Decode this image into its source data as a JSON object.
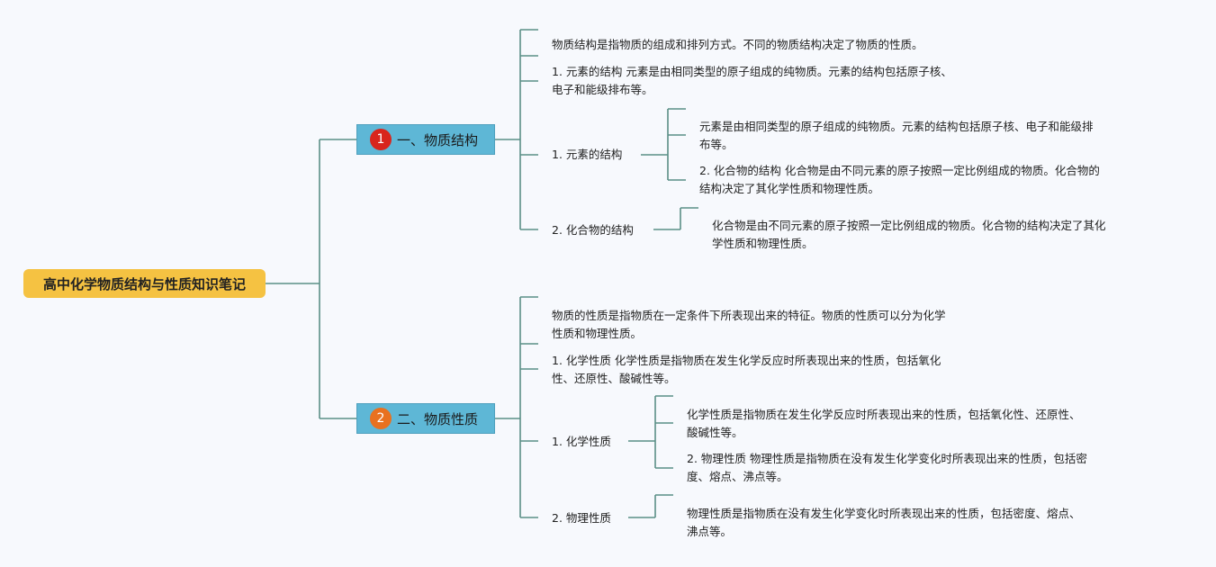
{
  "root": {
    "title": "高中化学物质结构与性质知识笔记"
  },
  "branches": [
    {
      "number": "1",
      "color": "#d8251d",
      "label": "一、物质结构",
      "items": [
        "物质结构是指物质的组成和排列方式。不同的物质结构决定了物质的性质。",
        "1. 元素的结构 元素是由相同类型的原子组成的纯物质。元素的结构包括原子核、\n电子和能级排布等。",
        "1. 元素的结构",
        "2. 化合物的结构"
      ],
      "sub1": [
        "元素是由相同类型的原子组成的纯物质。元素的结构包括原子核、电子和能级排\n布等。",
        "2. 化合物的结构 化合物是由不同元素的原子按照一定比例组成的物质。化合物的\n结构决定了其化学性质和物理性质。"
      ],
      "sub2": [
        "化合物是由不同元素的原子按照一定比例组成的物质。化合物的结构决定了其化\n学性质和物理性质。"
      ]
    },
    {
      "number": "2",
      "color": "#e8711f",
      "label": "二、物质性质",
      "items": [
        "物质的性质是指物质在一定条件下所表现出来的特征。物质的性质可以分为化学\n性质和物理性质。",
        "1. 化学性质 化学性质是指物质在发生化学反应时所表现出来的性质，包括氧化\n性、还原性、酸碱性等。",
        "1. 化学性质",
        "2. 物理性质"
      ],
      "sub1": [
        "化学性质是指物质在发生化学反应时所表现出来的性质，包括氧化性、还原性、\n酸碱性等。",
        "2. 物理性质 物理性质是指物质在没有发生化学变化时所表现出来的性质，包括密\n度、熔点、沸点等。"
      ],
      "sub2": [
        "物理性质是指物质在没有发生化学变化时所表现出来的性质，包括密度、熔点、\n沸点等。"
      ]
    }
  ],
  "colors": {
    "line": "#5a8f86",
    "root_bg": "#f5c242",
    "branch_bg": "#5eb7d6"
  }
}
